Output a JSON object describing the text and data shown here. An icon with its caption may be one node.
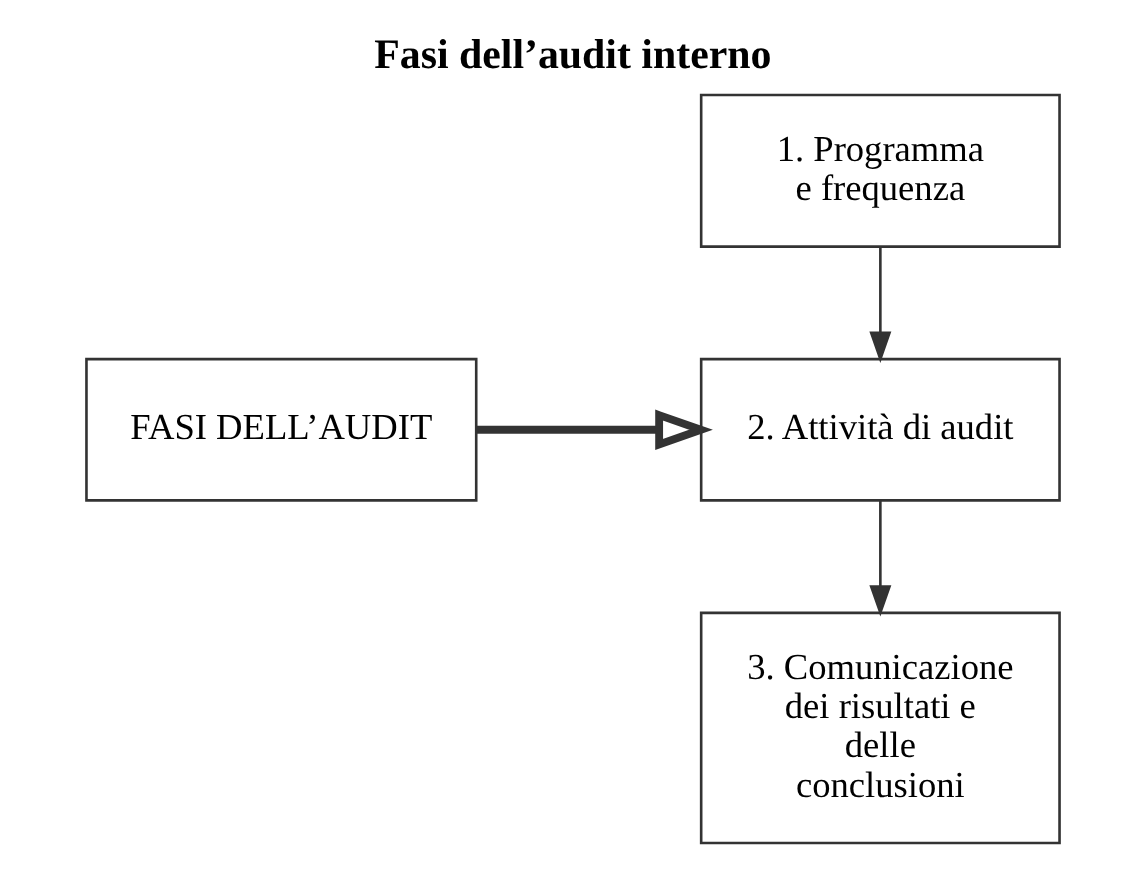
{
  "diagram": {
    "title": "Fasi dell’audit interno",
    "nodes": [
      {
        "text": [
          "FASI DELL’AUDIT"
        ]
      },
      {
        "text": [
          "1. Programma e frequenza"
        ]
      },
      {
        "text": [
          "2. Attività di audit"
        ]
      },
      {
        "text": [
          "3. Comunicazione dei risultati e delle conclusioni"
        ]
      }
    ],
    "edges": [
      {
        "from": 0,
        "to": 2,
        "arrow": "to",
        "style": "thick"
      },
      {
        "from": 1,
        "to": 2,
        "arrow": "to"
      },
      {
        "from": 2,
        "to": 3,
        "arrow": "to"
      }
    ]
  }
}
